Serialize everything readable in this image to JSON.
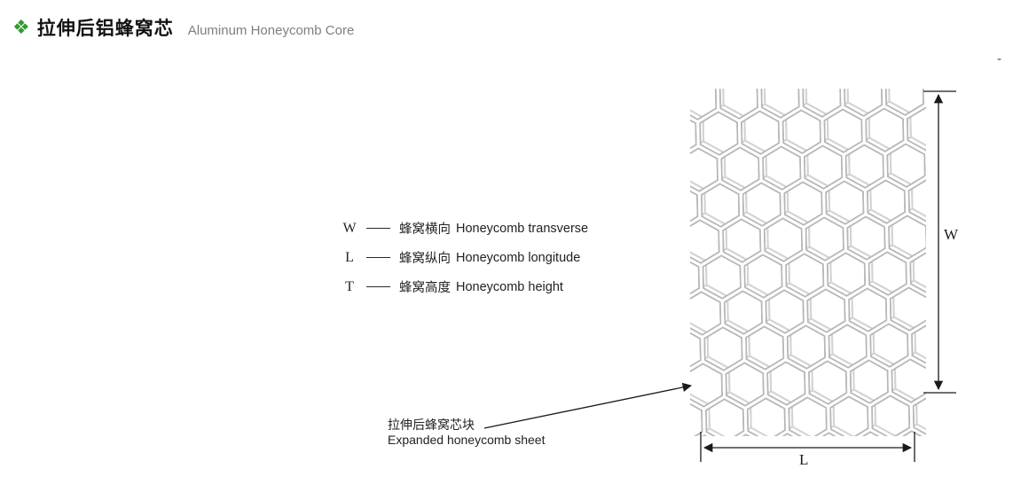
{
  "header": {
    "icon": "❖",
    "title_zh": "拉伸后铝蜂窝芯",
    "title_en": "Aluminum Honeycomb Core"
  },
  "legend": {
    "items": [
      {
        "symbol": "W",
        "zh": "蜂窝横向",
        "en": "Honeycomb transverse"
      },
      {
        "symbol": "L",
        "zh": "蜂窝纵向",
        "en": "Honeycomb longitude"
      },
      {
        "symbol": "T",
        "zh": "蜂窝高度",
        "en": "Honeycomb height"
      }
    ]
  },
  "callout": {
    "zh": "拉伸后蜂窝芯块",
    "en": "Expanded honeycomb sheet"
  },
  "dimensions": {
    "width_label": "W",
    "length_label": "L"
  },
  "misc": {
    "corner_mark": "-"
  },
  "colors": {
    "accent_green": "#339933",
    "line_black": "#1a1a1a",
    "honeycomb_gray": "#b6b6b6"
  }
}
